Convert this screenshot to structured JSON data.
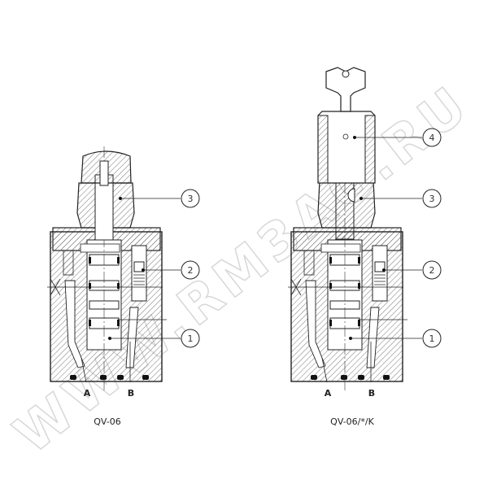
{
  "watermark": "WWW.RM3AG.RU",
  "left_valve": {
    "title": "QV-06",
    "port_a": "A",
    "port_b": "B",
    "callouts": [
      "3",
      "2",
      "1"
    ]
  },
  "right_valve": {
    "title": "QV-06/*/K",
    "port_a": "A",
    "port_b": "B",
    "callouts": [
      "4",
      "3",
      "2",
      "1"
    ]
  }
}
